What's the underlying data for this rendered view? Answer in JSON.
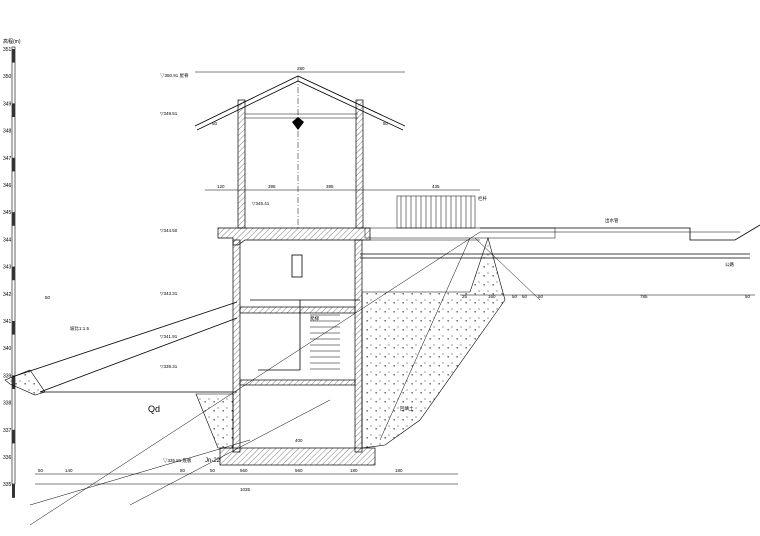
{
  "scale": {
    "unit_label": "高程(m)",
    "ticks": [
      "351",
      "350",
      "349",
      "348",
      "347",
      "346",
      "345",
      "344",
      "343",
      "342",
      "341",
      "340",
      "339",
      "338",
      "337",
      "336",
      "335"
    ]
  },
  "dimensions": {
    "roof_span": "280",
    "eave_left": "50",
    "eave_right": "50",
    "upper_left": "120",
    "upper_mid_left": "395",
    "upper_mid_right": "395",
    "deck_span": "435",
    "lower_inner": "400",
    "base_inner": "560",
    "bottom_row": [
      "50",
      "140",
      "80",
      "50",
      "560",
      "180",
      "180"
    ],
    "bottom_total": "1035",
    "right_row": [
      "25",
      "160",
      "50",
      "50",
      "50",
      "785",
      "50"
    ],
    "left_small": "50"
  },
  "labels": {
    "roof_top": "▽350.91 屋脊",
    "roof_eave": "▽349.51",
    "room_floor": "▽345.41",
    "deck_level": "▽344.50",
    "pump_level": "▽343.31",
    "mid_floor": "▽341.91",
    "low_floor": "▽339.31",
    "base_level": "▽335.81 底板",
    "slope": "坡比1:1.5",
    "rail": "栏杆",
    "pipe": "出水管",
    "road": "公路",
    "stair": "爬梯",
    "fill": "回填土",
    "left_note": "Qd",
    "bottom_note": "Jn-22"
  }
}
